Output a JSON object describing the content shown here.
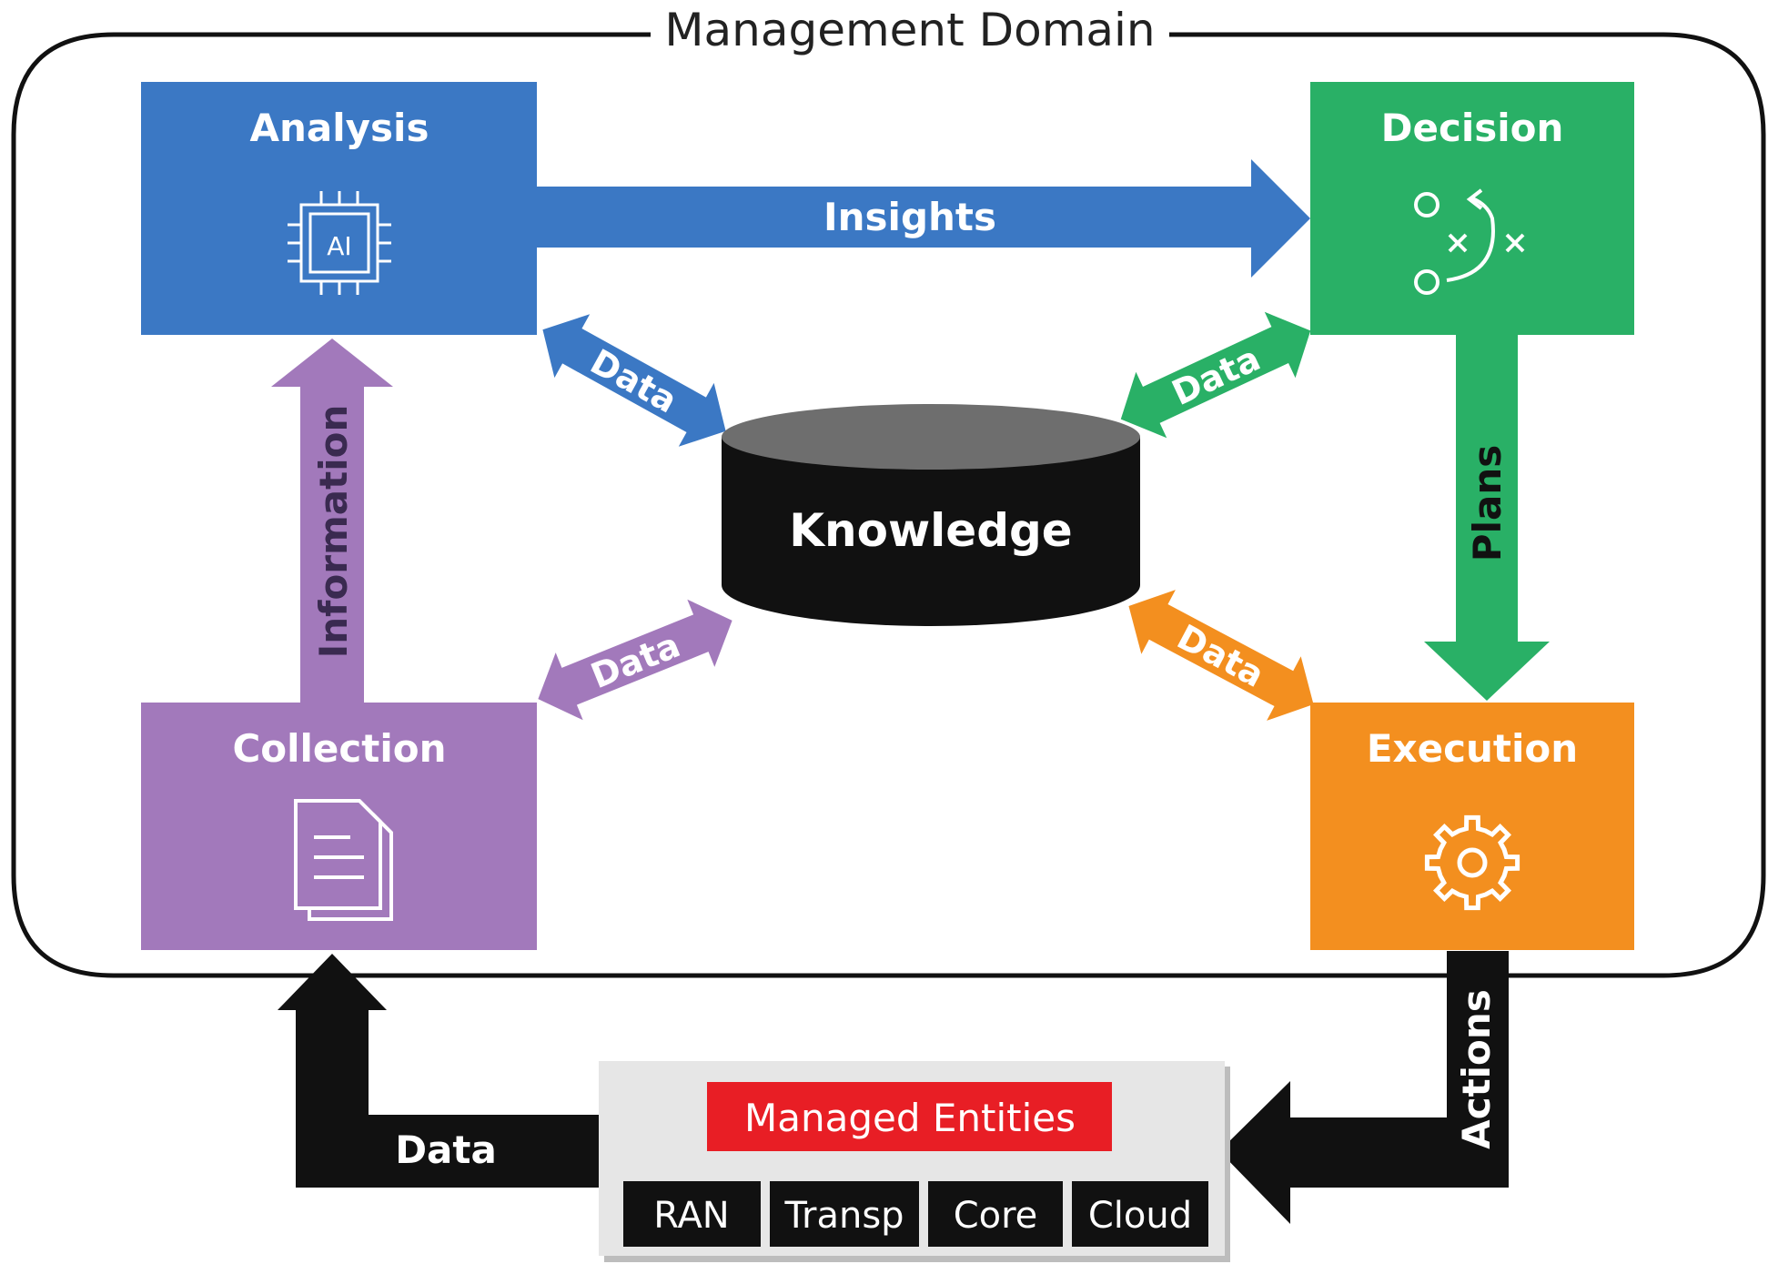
{
  "domain": {
    "title": "Management Domain"
  },
  "stages": {
    "analysis": {
      "title": "Analysis",
      "icon": "ai-chip-icon",
      "icon_text": "AI",
      "color": "#3b78c4"
    },
    "decision": {
      "title": "Decision",
      "icon": "strategy-play-icon",
      "color": "#29b066"
    },
    "collection": {
      "title": "Collection",
      "icon": "document-icon",
      "color": "#a279bb"
    },
    "execution": {
      "title": "Execution",
      "icon": "gear-icon",
      "color": "#f38f1f"
    }
  },
  "knowledge": {
    "title": "Knowledge",
    "color": "#111111",
    "top_color": "#6e6e6e"
  },
  "flows": {
    "insights": "Insights",
    "plans": "Plans",
    "information": "Information",
    "data_analysis": "Data",
    "data_decision": "Data",
    "data_collection": "Data",
    "data_execution": "Data",
    "actions": "Actions",
    "data_return": "Data"
  },
  "managed": {
    "title": "Managed Entities",
    "title_color": "#e81e25",
    "items": [
      "RAN",
      "Transp",
      "Core",
      "Cloud"
    ]
  }
}
